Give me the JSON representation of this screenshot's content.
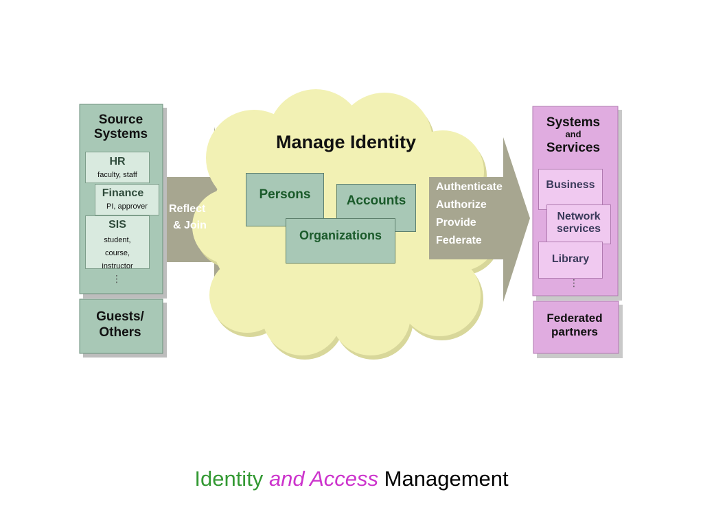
{
  "source": {
    "title": "Source Systems",
    "items": [
      {
        "name": "HR",
        "detail": "faculty, staff"
      },
      {
        "name": "Finance",
        "detail": "PI, approver"
      },
      {
        "name": "SIS",
        "detail": "student, course, instructor"
      }
    ],
    "more": "⋮"
  },
  "guests": "Guests/ Others",
  "left_arrow": {
    "line1": "Reflect",
    "line2": "& Join"
  },
  "cloud": {
    "title": "Manage Identity",
    "persons": "Persons",
    "accounts": "Accounts",
    "organizations": "Organizations"
  },
  "right_arrow": [
    "Authenticate",
    "Authorize",
    "Provide",
    "Federate"
  ],
  "systems": {
    "title_line1": "Systems",
    "title_and": "and",
    "title_line2": "Services",
    "items": [
      "Business",
      "Network services",
      "Library"
    ],
    "more": "⋮"
  },
  "federated": "Federated partners",
  "caption": {
    "part1": "Identity",
    "part2": "and Access",
    "part3": "Management",
    "colors": {
      "part1": "#339933",
      "part2": "#cc33cc",
      "part3": "#000000"
    }
  },
  "colors": {
    "green_panel": "#a8c8b6",
    "pink_panel": "#e0ace0",
    "cloud": "#f2f1b4",
    "arrow": "#a7a690"
  }
}
